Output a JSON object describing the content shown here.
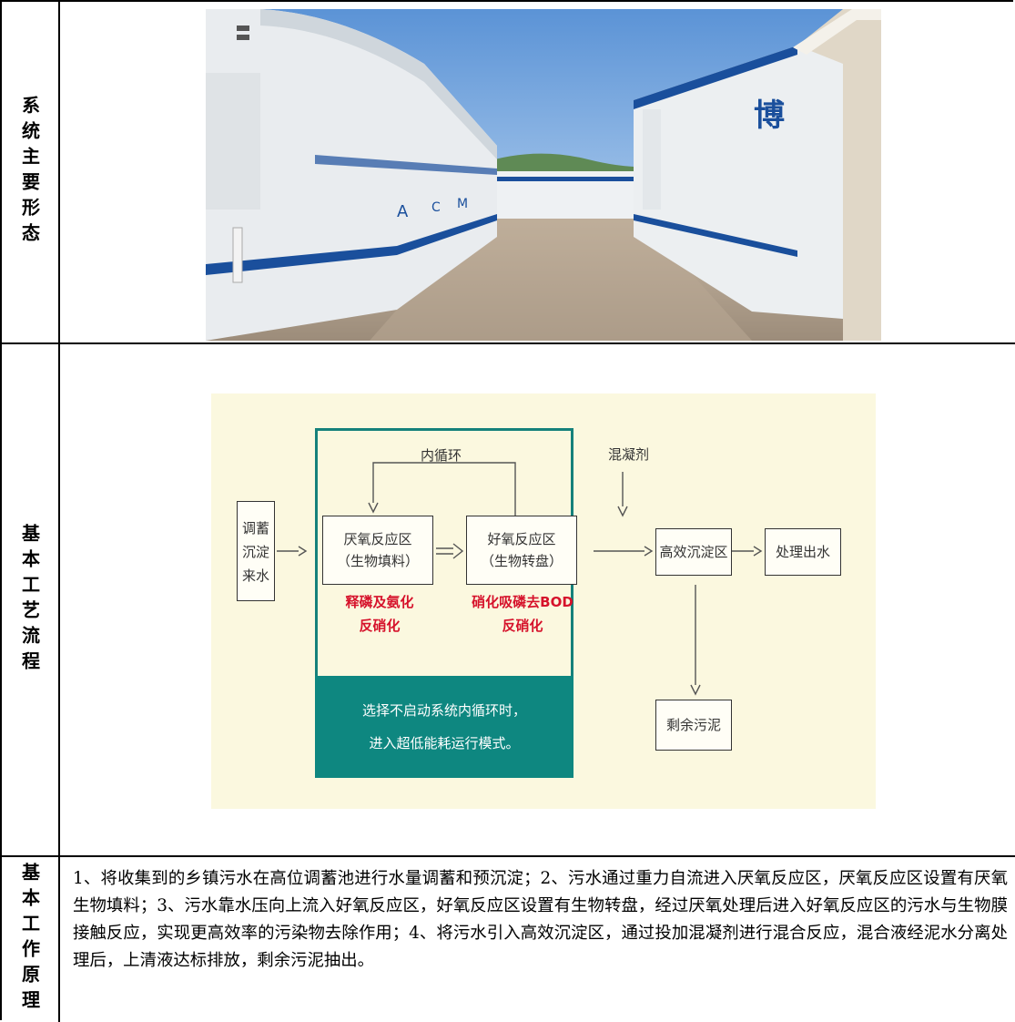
{
  "rows": [
    {
      "label": "系统主要形态"
    },
    {
      "label": "基本工艺流程"
    },
    {
      "label": "基本工作原理"
    }
  ],
  "photo": {
    "signs": [
      "博",
      "A",
      "C",
      "M"
    ]
  },
  "flow": {
    "source_box": "调蓄\n沉淀\n来水",
    "inner_loop": "内循环",
    "anaerobic_box": "厌氧反应区\n（生物填料）",
    "aerobic_box": "好氧反应区\n（生物转盘）",
    "anaerobic_note": "释磷及氨化\n反硝化",
    "aerobic_note": "硝化吸磷去BOD\n反硝化",
    "band_text": "选择不启动系统内循环时，\n进入超低能耗运行模式。",
    "coagulant": "混凝剂",
    "settling_box": "高效沉淀区",
    "effluent_box": "处理出水",
    "sludge_box": "剩余污泥",
    "colors": {
      "teal": "#15817b",
      "red": "#d6122b",
      "bg": "#fbf8df"
    }
  },
  "principle": "1、将收集到的乡镇污水在高位调蓄池进行水量调蓄和预沉淀；2、污水通过重力自流进入厌氧反应区，厌氧反应区设置有厌氧生物填料；3、污水靠水压向上流入好氧反应区，好氧反应区设置有生物转盘，经过厌氧处理后进入好氧反应区的污水与生物膜接触反应，实现更高效率的污染物去除作用；4、将污水引入高效沉淀区，通过投加混凝剂进行混合反应，混合液经泥水分离处理后，上清液达标排放，剩余污泥抽出。"
}
